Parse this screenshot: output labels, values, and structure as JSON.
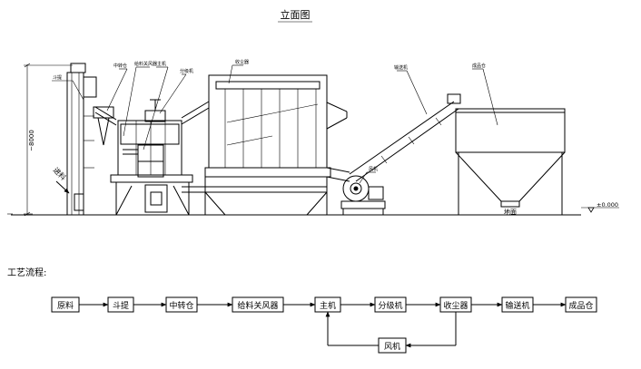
{
  "title": "立面图",
  "elevation_dim": "~8000",
  "feed_label": "进料",
  "floor_label": "地面",
  "level_mark": "±0.000",
  "process_title": "工艺流程:",
  "process_steps": [
    "原料",
    "斗提",
    "中转仓",
    "给料关风器",
    "主机",
    "分级机",
    "收尘器",
    "输送机",
    "成品仓"
  ],
  "fan_label": "风机",
  "callouts": [
    "斗提",
    "中转仓",
    "给料关风器",
    "主机",
    "分级机",
    "收尘器",
    "风机",
    "输送机",
    "成品仓"
  ]
}
